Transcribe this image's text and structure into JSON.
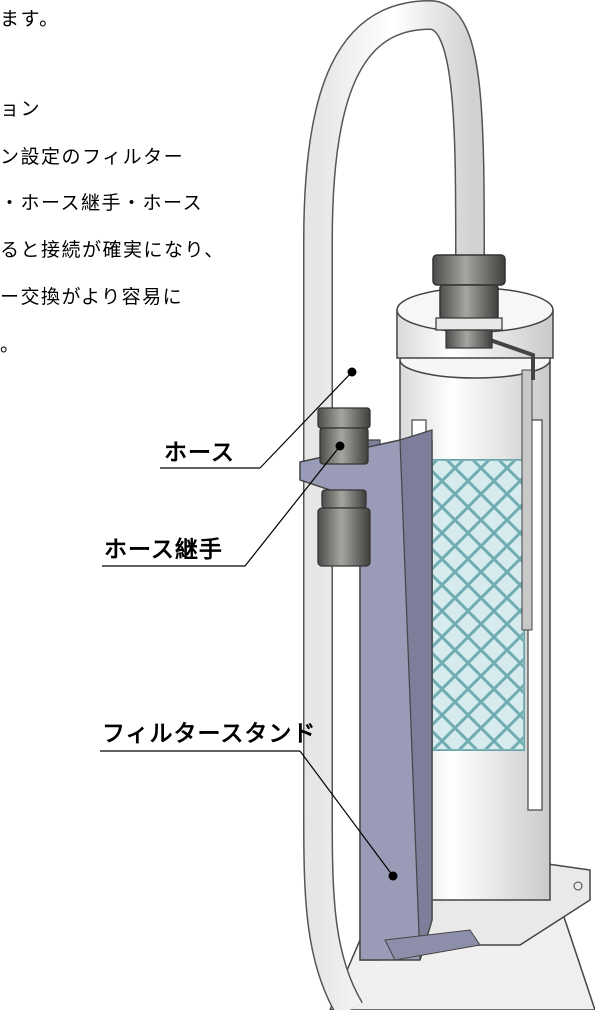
{
  "description": {
    "lines": [
      "ます。",
      "ョン",
      "ン設定のフィルター",
      "・ホース継手・ホース",
      "ると接続が確実になり、",
      "ー交換がより容易に",
      "。"
    ]
  },
  "callouts": {
    "hose": "ホース",
    "hose_joint": "ホース継手",
    "filter_stand": "フィルタースタンド"
  },
  "colors": {
    "stand": "#9a9bb6",
    "stand_dark": "#7d7e9a",
    "mesh": "#4f9aa0",
    "glass": "#cfe8ea",
    "body": "#f3f4f4",
    "fitting": "#6f706c"
  }
}
